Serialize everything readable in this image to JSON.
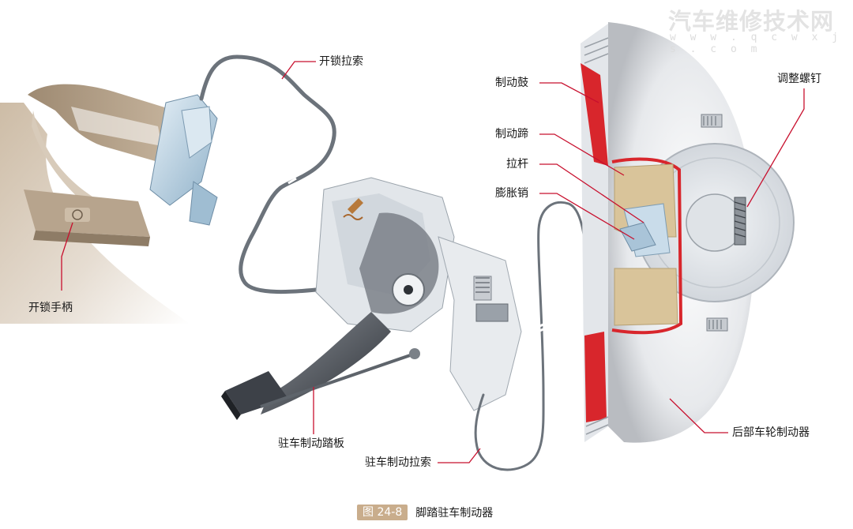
{
  "labels": {
    "unlock_cable": "开锁拉索",
    "unlock_handle": "开锁手柄",
    "parking_pedal": "驻车制动踏板",
    "parking_cable": "驻车制动拉索",
    "brake_drum": "制动鼓",
    "brake_shoe": "制动蹄",
    "lever": "拉杆",
    "expansion_pin": "膨胀销",
    "adjust_screw": "调整螺钉",
    "rear_brake": "后部车轮制动器"
  },
  "caption": {
    "figure_number": "图 24-8",
    "title": "脚踏驻车制动器"
  },
  "watermark": {
    "site_name": "汽车维修技术网",
    "url": "w w w . q c w x j s . c o m"
  },
  "colors": {
    "leader_line": "#c8102e",
    "caption_badge": "#c9ad8c",
    "drum_red": "#d8262c",
    "lining_tan": "#d9c49a",
    "metal_blue": "#b9d3e4"
  }
}
